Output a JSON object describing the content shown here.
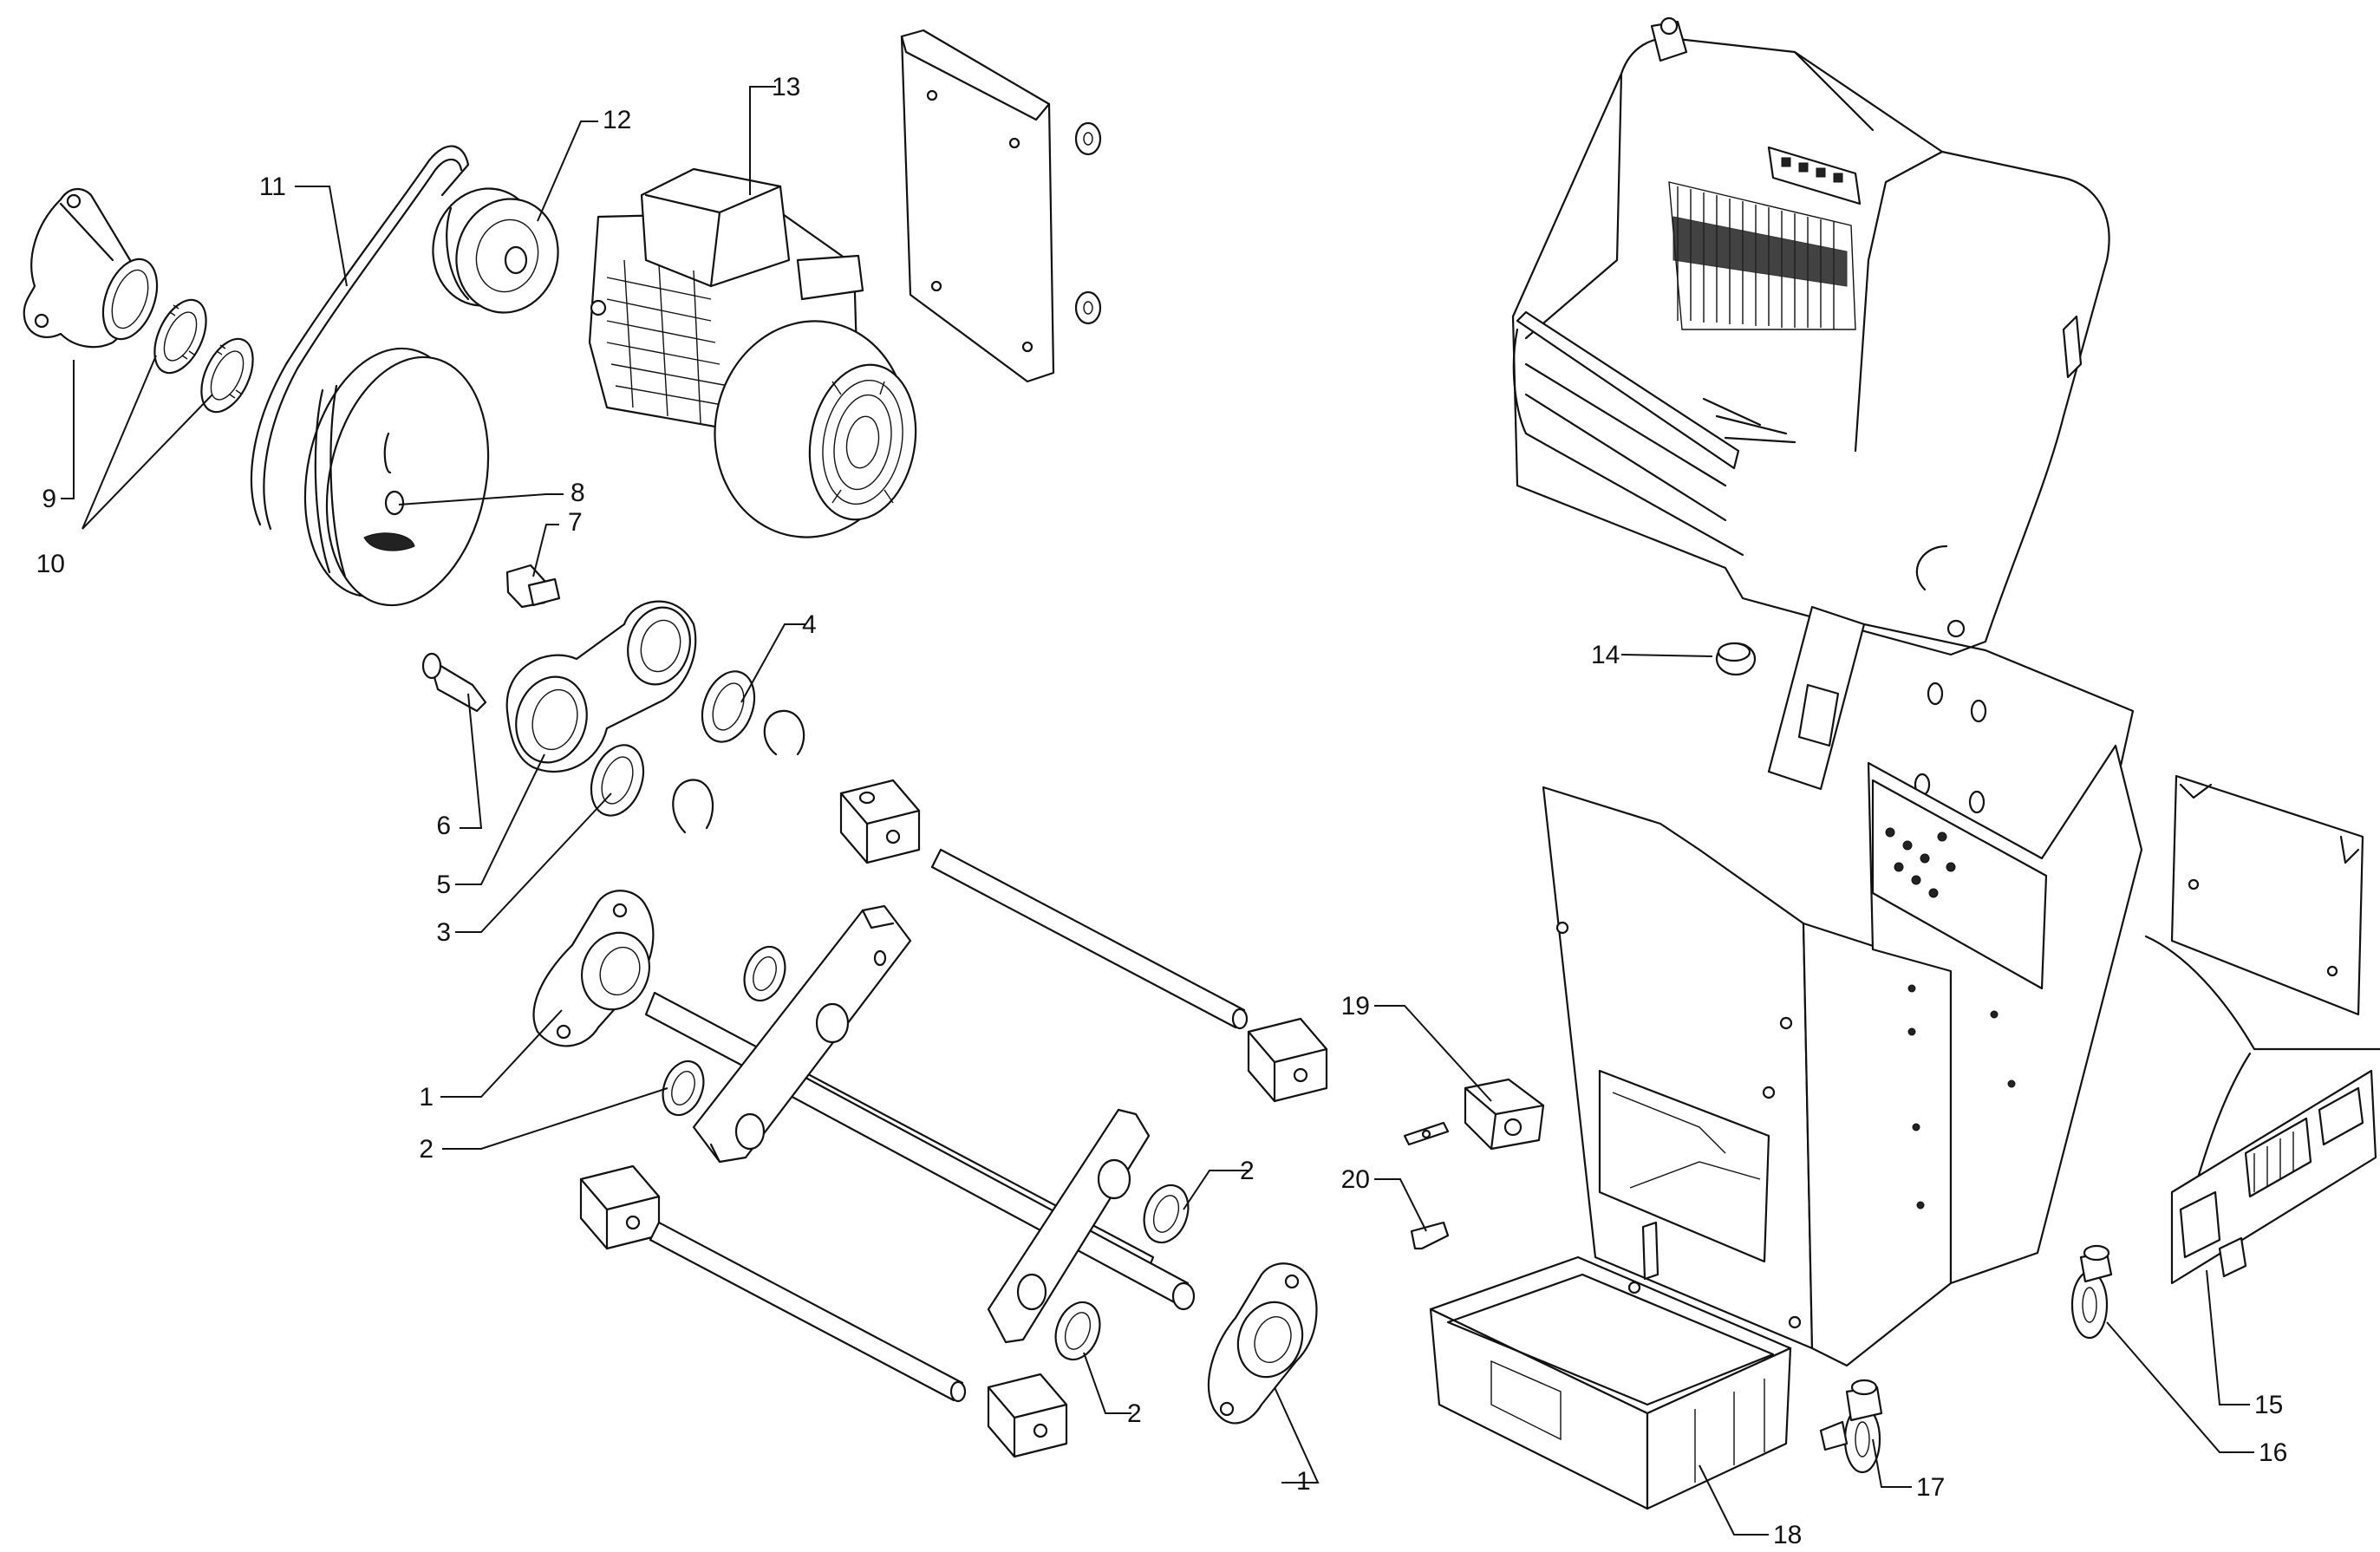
{
  "diagram": {
    "type": "exploded-parts-view",
    "callouts": [
      "1",
      "2",
      "3",
      "4",
      "5",
      "6",
      "7",
      "8",
      "9",
      "10",
      "11",
      "12",
      "13",
      "14",
      "15",
      "16",
      "17",
      "18",
      "19",
      "20"
    ],
    "callout_labels": {
      "c1a": "1",
      "c1b": "1",
      "c2a": "2",
      "c2b": "2",
      "c2c": "2",
      "c3": "3",
      "c4": "4",
      "c5": "5",
      "c6": "6",
      "c7": "7",
      "c8": "8",
      "c9": "9",
      "c10": "10",
      "c11": "11",
      "c12": "12",
      "c13": "13",
      "c14": "14",
      "c15": "15",
      "c16": "16",
      "c17": "17",
      "c18": "18",
      "c19": "19",
      "c20": "20"
    }
  }
}
